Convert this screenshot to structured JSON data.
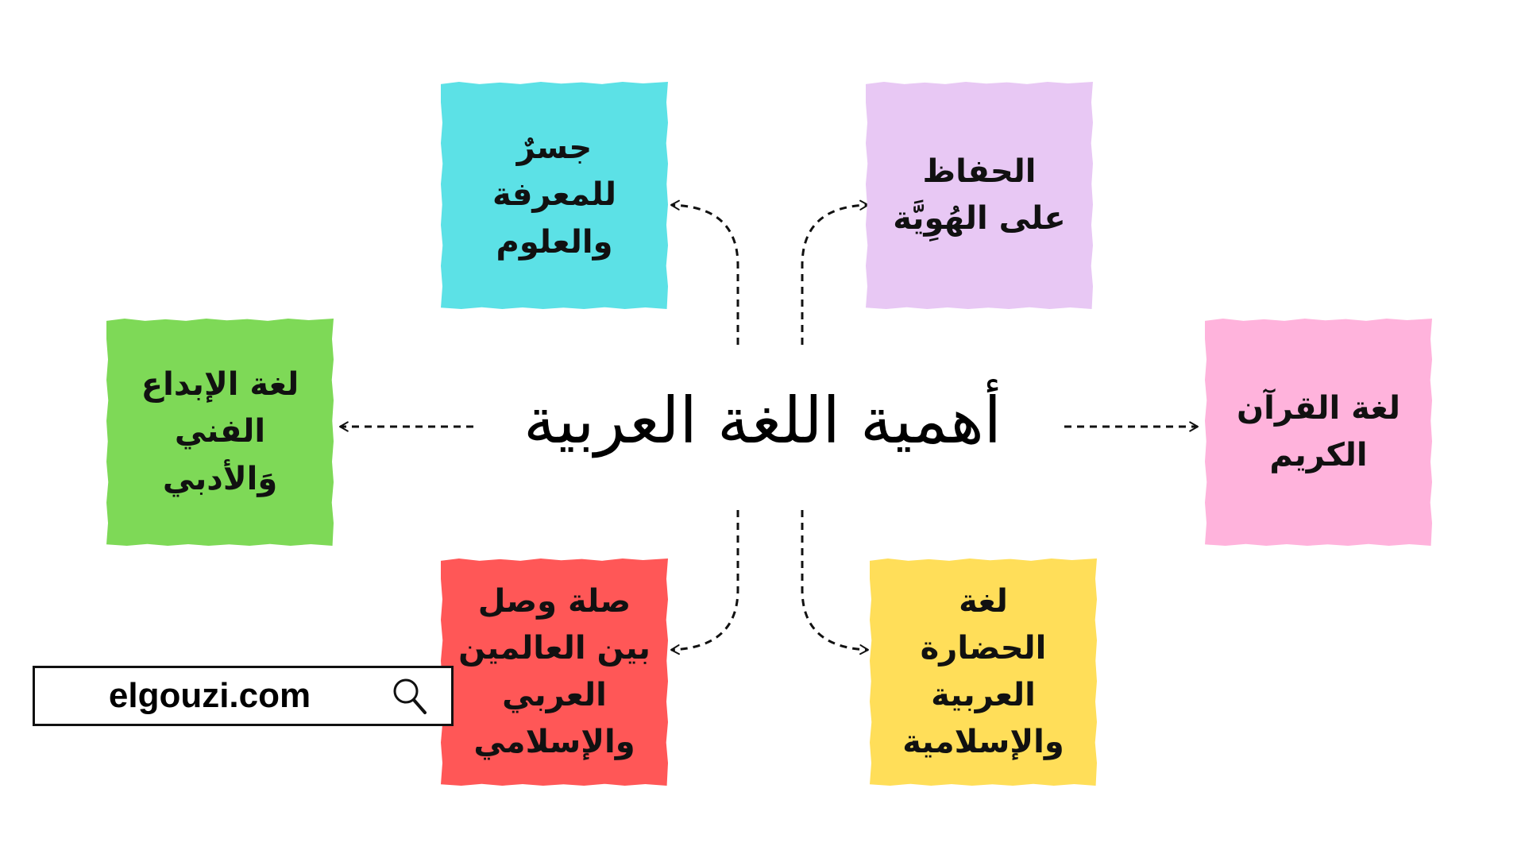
{
  "title": "أهمية اللغة العربية",
  "nodes": [
    {
      "id": "quran",
      "label": "لغة القرآن\nالكريم",
      "color": "#ffb3dc"
    },
    {
      "id": "identity",
      "label": "الحفاظ\nعلى الهُوِيَّة",
      "color": "#e8c8f4"
    },
    {
      "id": "knowledge",
      "label": "جسرٌ\nللمعرفة\nوالعلوم",
      "color": "#5ce1e6"
    },
    {
      "id": "creativity",
      "label": "لغة الإبداع\nالفني\nوَالأدبي",
      "color": "#7ed957"
    },
    {
      "id": "bridge",
      "label": "صلة وصل\nبين العالمين\nالعربي\nوالإسلامي",
      "color": "#ff5757"
    },
    {
      "id": "civilization",
      "label": "لغة\nالحضارة\nالعربية\nوالإسلامية",
      "color": "#ffde59"
    }
  ],
  "search": {
    "text": "elgouzi.com",
    "icon": "search-icon"
  }
}
